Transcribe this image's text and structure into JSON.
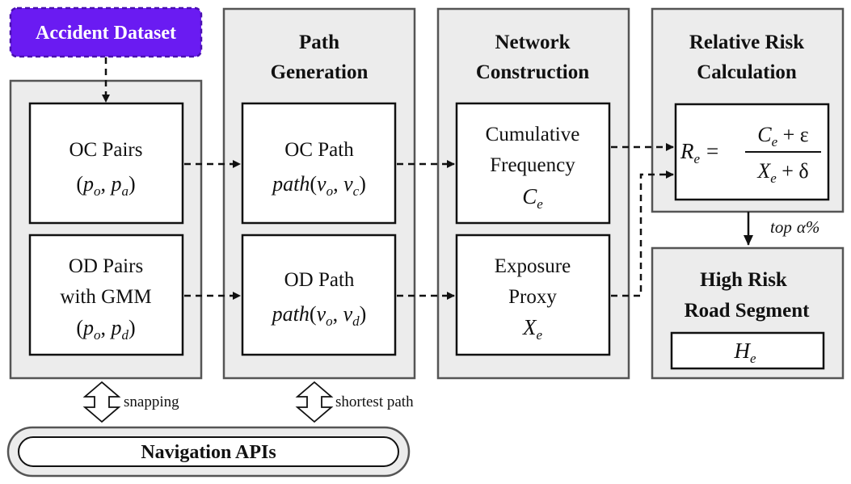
{
  "colors": {
    "accent": "#6a1bf2",
    "accent_stroke": "#4a10b0",
    "panel": "#ececec",
    "border": "#555555",
    "text": "#111111"
  },
  "accident_dataset": "Accident Dataset",
  "panels": {
    "path_generation": [
      "Path",
      "Generation"
    ],
    "network_construction": [
      "Network",
      "Construction"
    ],
    "relative_risk": [
      "Relative Risk",
      "Calculation"
    ]
  },
  "oc_pairs": {
    "line1": "OC Pairs",
    "math": [
      "(",
      "p",
      "o",
      ", ",
      "p",
      "a",
      ")"
    ]
  },
  "od_pairs": {
    "line1": "OD Pairs",
    "line2": "with GMM",
    "math": [
      "(",
      "p",
      "o",
      ", ",
      "p",
      "d",
      ")"
    ]
  },
  "oc_path": {
    "line1": "OC Path",
    "math": [
      "path",
      "(",
      "v",
      "o",
      ", ",
      "v",
      "c",
      ")"
    ]
  },
  "od_path": {
    "line1": "OD Path",
    "math": [
      "path",
      "(",
      "v",
      "o",
      ", ",
      "v",
      "d",
      ")"
    ]
  },
  "cumulative": {
    "line1": "Cumulative",
    "line2": "Frequency",
    "symbol": "C",
    "sub": "e"
  },
  "exposure": {
    "line1": "Exposure",
    "line2": "Proxy",
    "symbol": "X",
    "sub": "e"
  },
  "formula": {
    "lhs": "R",
    "lhs_sub": "e",
    "eq": "=",
    "num": "C",
    "num_sub": "e",
    "num_rest": " + ε",
    "den": "X",
    "den_sub": "e",
    "den_rest": " + δ"
  },
  "top_label": {
    "word": "top",
    "symbol": "α%"
  },
  "high_risk": {
    "title": [
      "High Risk",
      "Road Segment"
    ],
    "symbol": "H",
    "sub": "e"
  },
  "snapping": "snapping",
  "shortest_path": "shortest path",
  "navigation_apis": "Navigation APIs"
}
